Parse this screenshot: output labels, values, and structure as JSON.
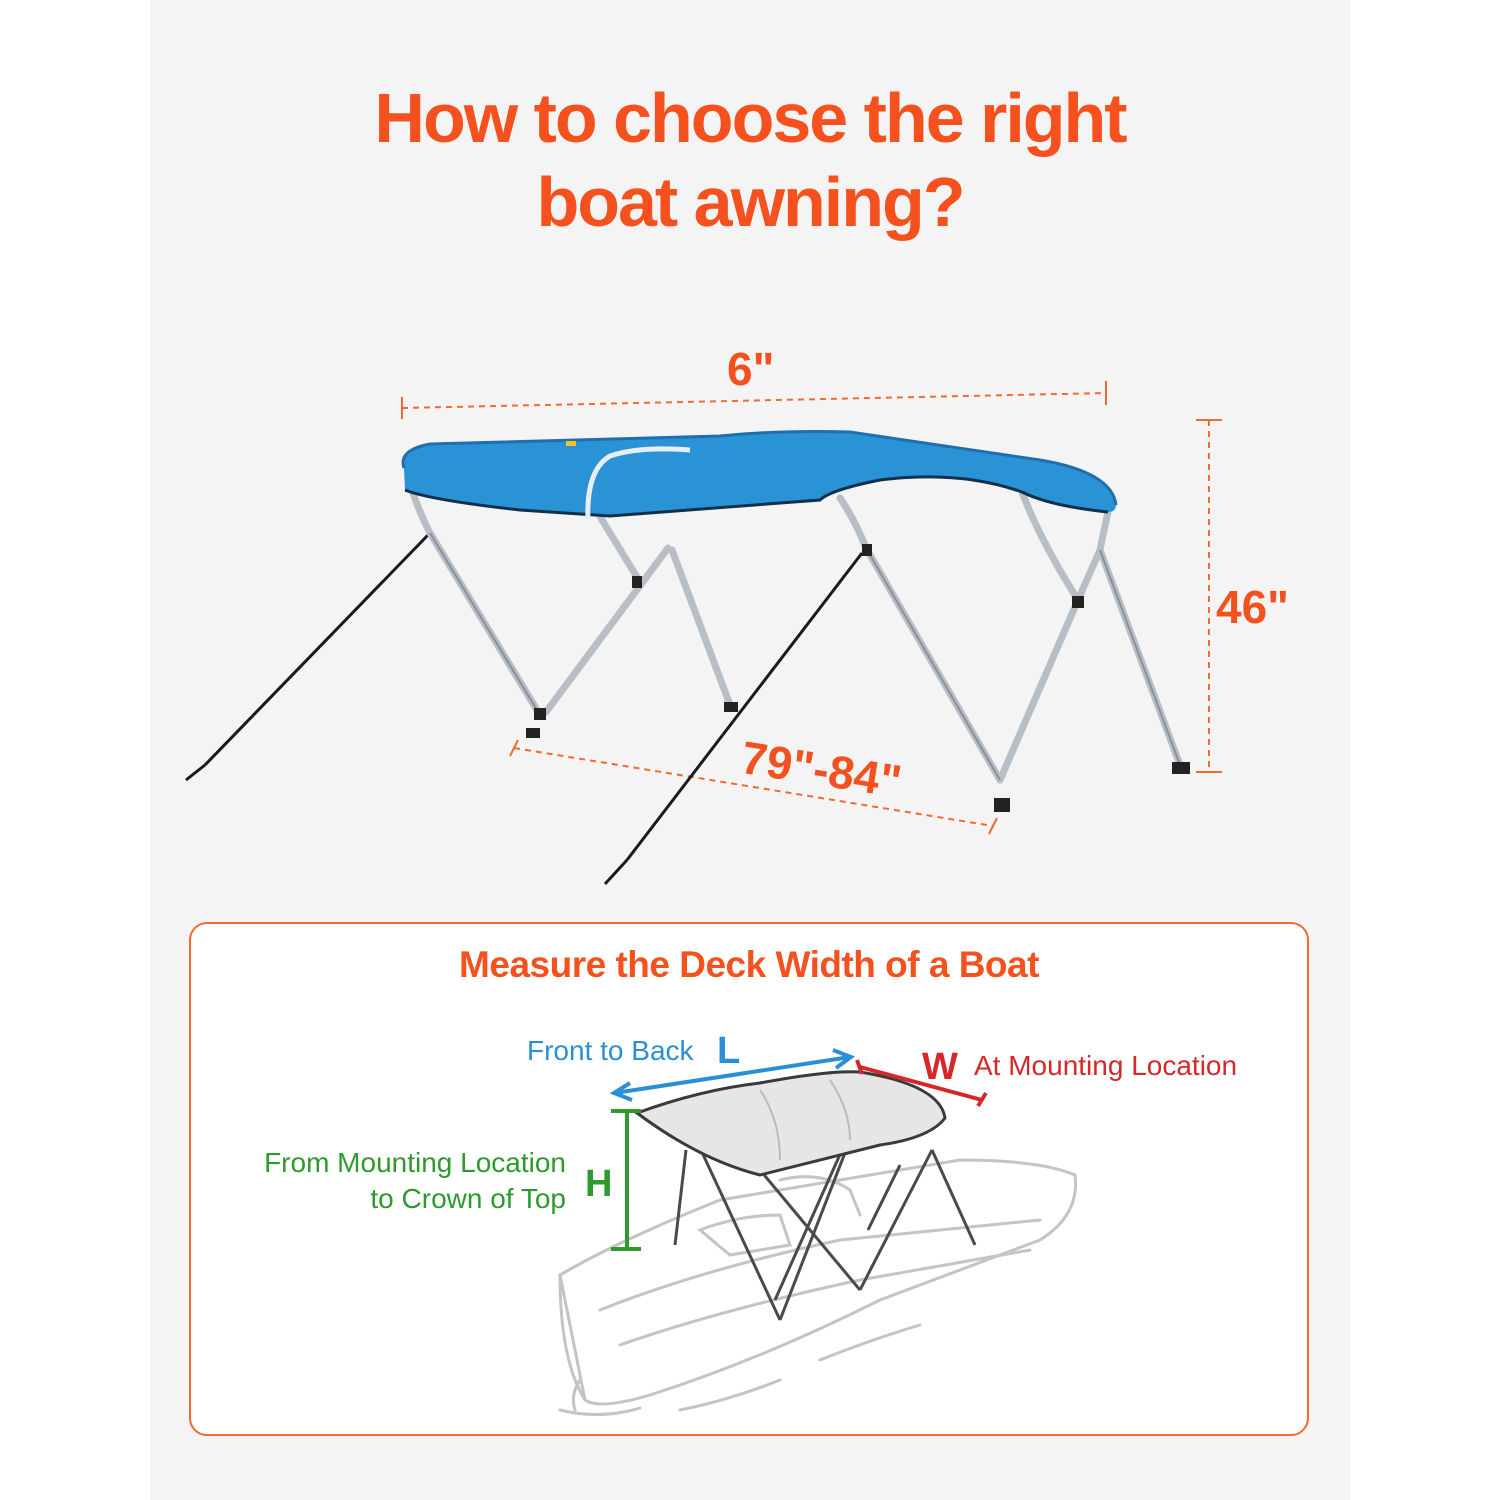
{
  "title": {
    "line1": "How to choose the right",
    "line2": "boat awning?"
  },
  "dimensions": {
    "width": "6\"",
    "height": "46\"",
    "length": "79\"-84\""
  },
  "colors": {
    "accent": "#f4511e",
    "canopy": "#2a93d5",
    "length_label": "#2b8fd6",
    "width_label": "#d62828",
    "height_label": "#2e9a2e"
  },
  "measure_card": {
    "title": "Measure the Deck Width of a Boat",
    "front_to_back": "Front to Back",
    "L": "L",
    "W": "W",
    "at_mounting": "At Mounting Location",
    "from_mounting_line1": "From Mounting Location",
    "from_mounting_line2": "to Crown of Top",
    "H": "H"
  }
}
